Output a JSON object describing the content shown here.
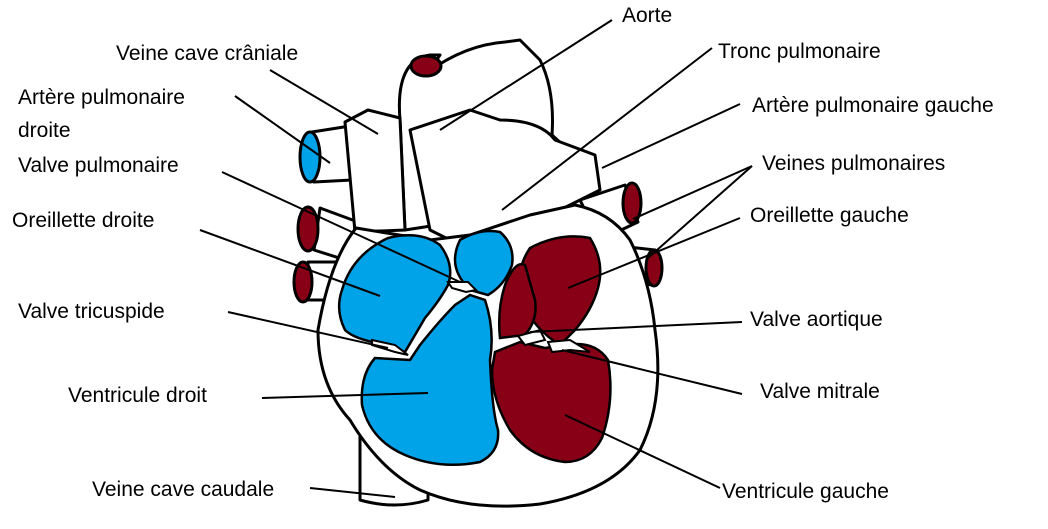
{
  "labels": {
    "aorte": "Aorte",
    "veine_cave_craniale": "Veine cave crâniale",
    "tronc_pulmonaire": "Tronc pulmonaire",
    "artere_pulmonaire_droite_line1": "Artère pulmonaire",
    "artere_pulmonaire_droite_line2": "droite",
    "artere_pulmonaire_gauche": "Artère pulmonaire gauche",
    "valve_pulmonaire": "Valve pulmonaire",
    "veines_pulmonaires": "Veines pulmonaires",
    "oreillette_droite": "Oreillette droite",
    "oreillette_gauche": "Oreillette gauche",
    "valve_tricuspide": "Valve tricuspide",
    "valve_aortique": "Valve aortique",
    "ventricule_droit": "Ventricule droit",
    "valve_mitrale": "Valve mitrale",
    "veine_cave_caudale": "Veine cave caudale",
    "ventricule_gauche": "Ventricule gauche"
  },
  "colors": {
    "deoxygenated": "#00a2e8",
    "oxygenated": "#880015",
    "outline": "#000000"
  }
}
